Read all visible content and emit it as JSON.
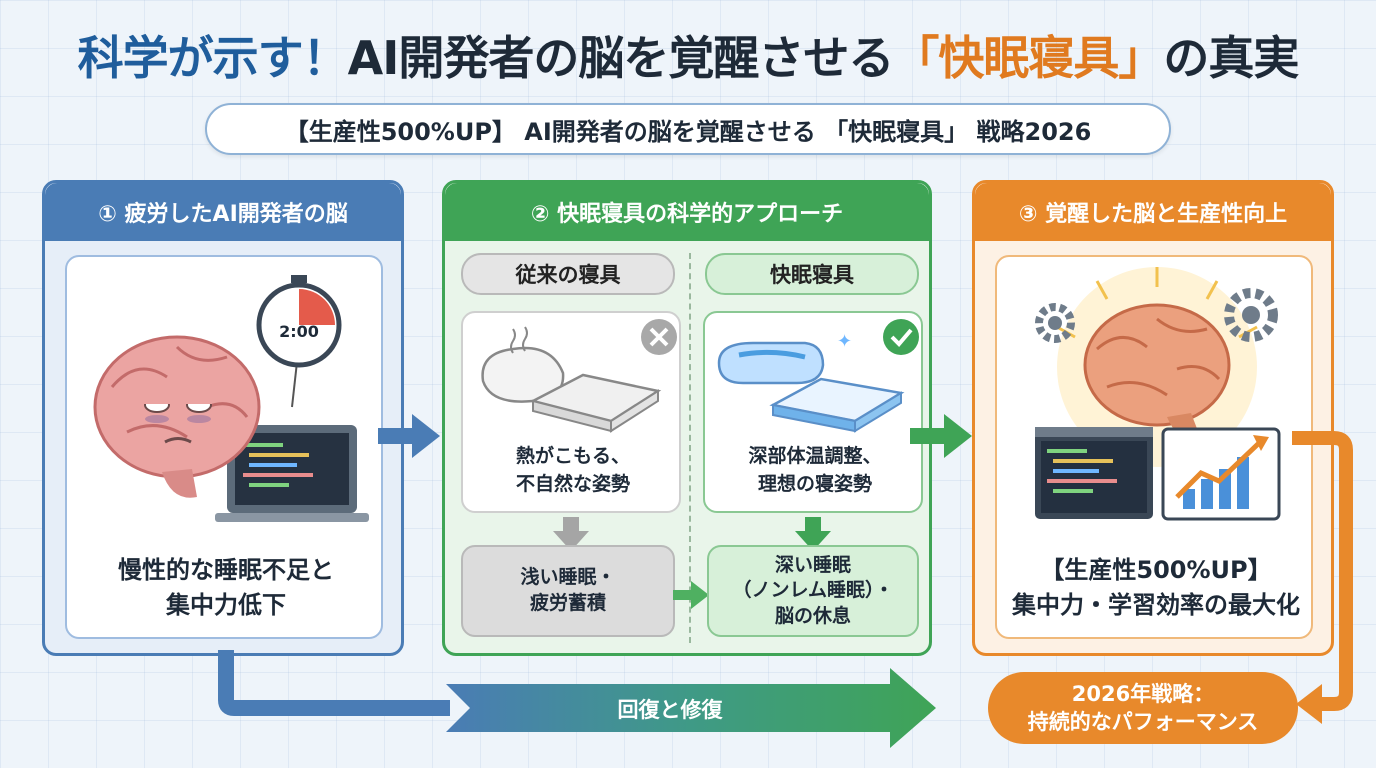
{
  "title": {
    "part1": "科学が示す！",
    "part2": "AI開発者の脳を覚醒させる",
    "part3": "「快眠寝具」",
    "part4": "の真実"
  },
  "subtitle": "【生産性500%UP】 AI開発者の脳を覚醒させる 「快眠寝具」 戦略2026",
  "panel1": {
    "header": "① 疲労したAI開発者の脳",
    "clock_time": "2:00",
    "caption_line1": "慢性的な睡眠不足と",
    "caption_line2": "集中力低下"
  },
  "panel2": {
    "header": "② 快眠寝具の科学的アプローチ",
    "left": {
      "label": "従来の寝具",
      "desc_line1": "熱がこもる、",
      "desc_line2": "不自然な姿勢",
      "result_line1": "浅い睡眠・",
      "result_line2": "疲労蓄積"
    },
    "right": {
      "label": "快眠寝具",
      "desc_line1": "深部体温調整、",
      "desc_line2": "理想の寝姿勢",
      "result_line1": "深い睡眠",
      "result_line2": "（ノンレム睡眠）・",
      "result_line3": "脳の休息"
    }
  },
  "panel3": {
    "header": "③ 覚醒した脳と生産性向上",
    "caption_line1": "【生産性500%UP】",
    "caption_line2": "集中力・学習効率の最大化"
  },
  "bottom_arrow_label": "回復と修復",
  "strategy_line1": "2026年戦略：",
  "strategy_line2": "持続的なパフォーマンス",
  "colors": {
    "blue": "#4a7cb5",
    "green": "#3fa456",
    "orange": "#e8892b",
    "title_blue": "#1f5d9c",
    "title_orange": "#e07a1f"
  },
  "icons": [
    "brain-tired-icon",
    "clock-icon",
    "laptop-icon",
    "pillow-icon",
    "mattress-icon",
    "cross-icon",
    "check-icon",
    "gel-pillow-icon",
    "cooling-mattress-icon",
    "brain-awake-icon",
    "gear-icon",
    "monitor-code-icon",
    "growth-chart-icon"
  ]
}
